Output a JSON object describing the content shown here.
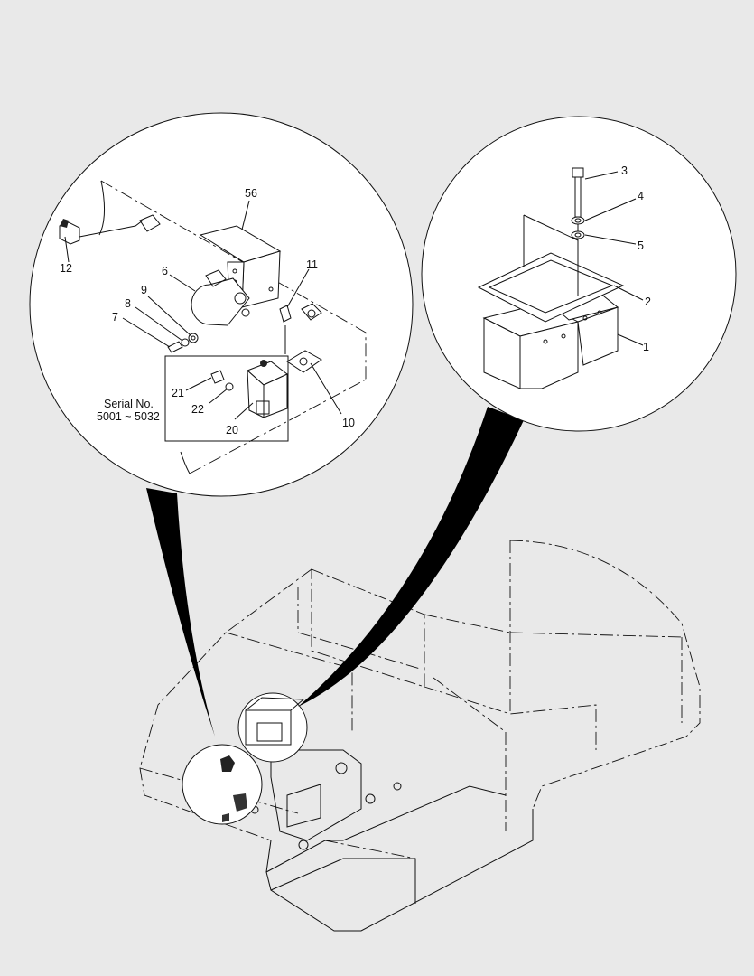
{
  "callouts": {
    "n1": "1",
    "n2": "2",
    "n3": "3",
    "n4": "4",
    "n5": "5",
    "n6": "6",
    "n7": "7",
    "n8": "8",
    "n9": "9",
    "n10": "10",
    "n11": "11",
    "n12": "12",
    "n20": "20",
    "n21": "21",
    "n22": "22",
    "n56": "56"
  },
  "serial": {
    "line1": "Serial No.",
    "line2": "5001 ~ 5032"
  }
}
